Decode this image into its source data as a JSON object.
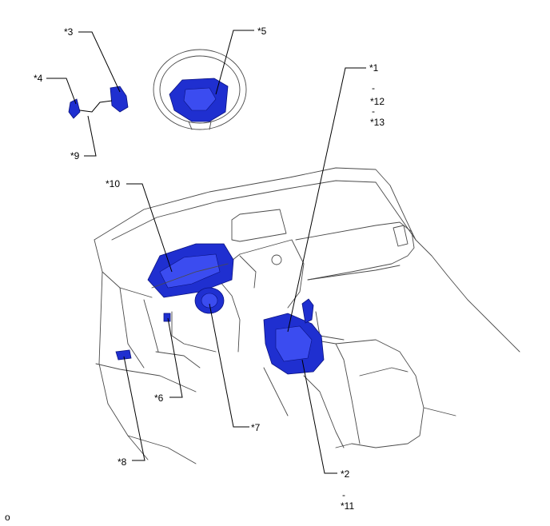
{
  "callouts": {
    "c1": "*1",
    "dash1": "-",
    "c12": "*12",
    "dash2": "-",
    "c13": "*13",
    "c2": "*2",
    "dash3": "-",
    "c11": "*11",
    "c3": "*3",
    "c4": "*4",
    "c5": "*5",
    "c6": "*6",
    "c7": "*7",
    "c8": "*8",
    "c9": "*9",
    "c10": "*10"
  },
  "corner_mark": "o",
  "colors": {
    "part_fill": "#1f2fd0",
    "outline": "#4a4a4a"
  }
}
